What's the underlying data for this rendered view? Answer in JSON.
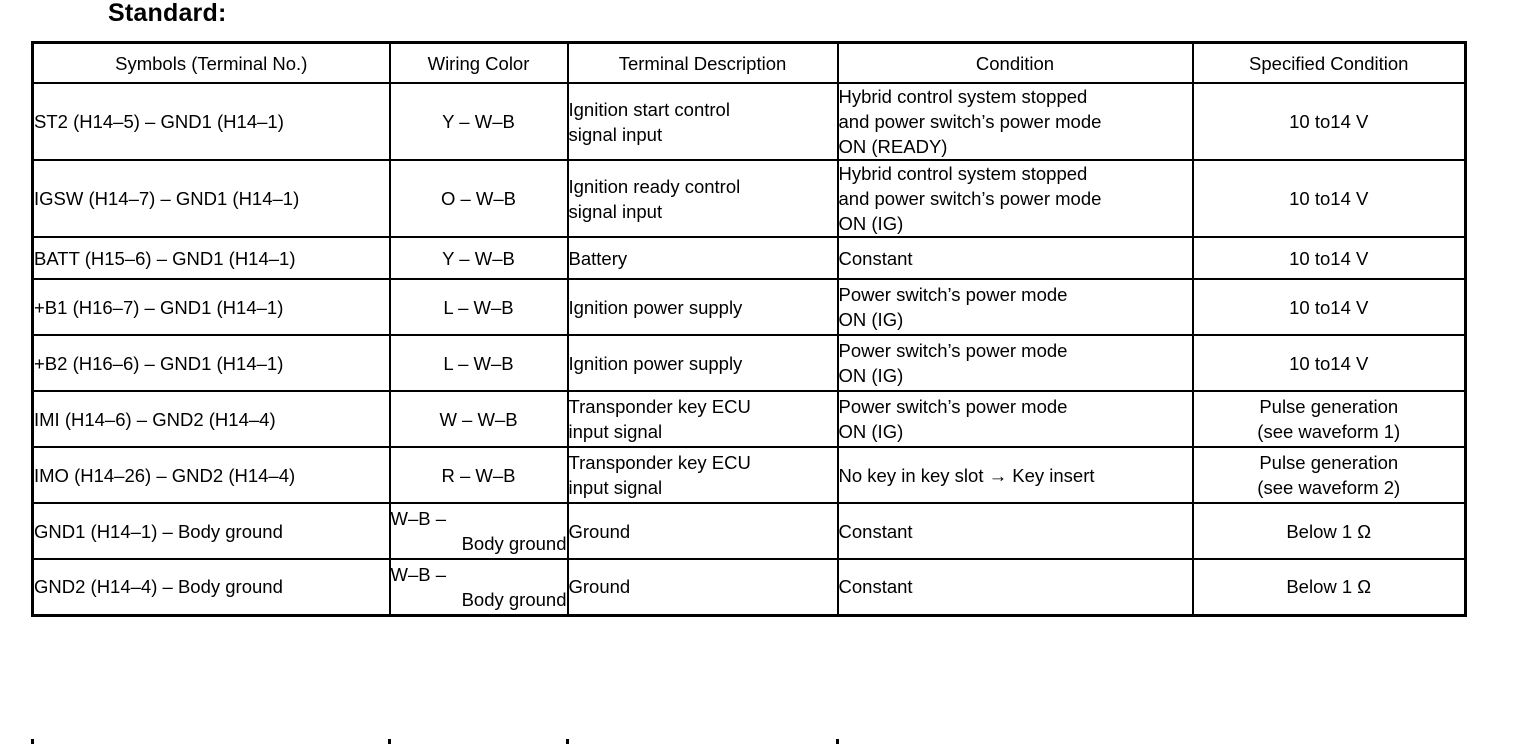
{
  "title": "Standard:",
  "table": {
    "headers": [
      "Symbols (Terminal No.)",
      "Wiring Color",
      "Terminal Description",
      "Condition",
      "Specified Condition"
    ],
    "rows": [
      {
        "symbols": "ST2 (H14–5) – GND1 (H14–1)",
        "wiring_color": "Y – W–B",
        "description": "Ignition start control\nsignal input",
        "condition": "Hybrid control system stopped\nand power switch’s power mode\nON (READY)",
        "specified_condition": "10 to14 V"
      },
      {
        "symbols": "IGSW (H14–7) – GND1 (H14–1)",
        "wiring_color": "O – W–B",
        "description": "Ignition ready control\nsignal input",
        "condition": "Hybrid control system stopped\nand power switch’s power mode\nON (IG)",
        "specified_condition": "10 to14 V"
      },
      {
        "symbols": "BATT (H15–6) – GND1 (H14–1)",
        "wiring_color": "Y – W–B",
        "description": "Battery",
        "condition": "Constant",
        "specified_condition": "10 to14 V"
      },
      {
        "symbols": "+B1 (H16–7) – GND1 (H14–1)",
        "wiring_color": "L – W–B",
        "description": "Ignition power supply",
        "condition": "Power switch’s power mode\nON (IG)",
        "specified_condition": "10 to14 V"
      },
      {
        "symbols": "+B2 (H16–6) – GND1 (H14–1)",
        "wiring_color": "L – W–B",
        "description": "Ignition power supply",
        "condition": "Power switch’s power mode\nON (IG)",
        "specified_condition": "10 to14 V"
      },
      {
        "symbols": "IMI (H14–6) – GND2 (H14–4)",
        "wiring_color": "W – W–B",
        "description": "Transponder key ECU\ninput signal",
        "condition": "Power switch’s power mode\nON (IG)",
        "specified_condition": "Pulse generation\n(see waveform 1)"
      },
      {
        "symbols": "IMO (H14–26) – GND2 (H14–4)",
        "wiring_color": "R – W–B",
        "description": "Transponder key ECU\ninput signal",
        "condition": "No key in key slot → Key insert",
        "specified_condition": "Pulse generation\n(see waveform 2)"
      },
      {
        "symbols": "GND1 (H14–1) – Body ground",
        "wiring_color_line1": "W–B –",
        "wiring_color_line2": "Body ground",
        "description": "Ground",
        "condition": "Constant",
        "specified_condition": "Below 1 Ω"
      },
      {
        "symbols": "GND2 (H14–4) – Body ground",
        "wiring_color_line1": "W–B –",
        "wiring_color_line2": "Body ground",
        "description": "Ground",
        "condition": "Constant",
        "specified_condition": "Below 1 Ω"
      }
    ]
  }
}
